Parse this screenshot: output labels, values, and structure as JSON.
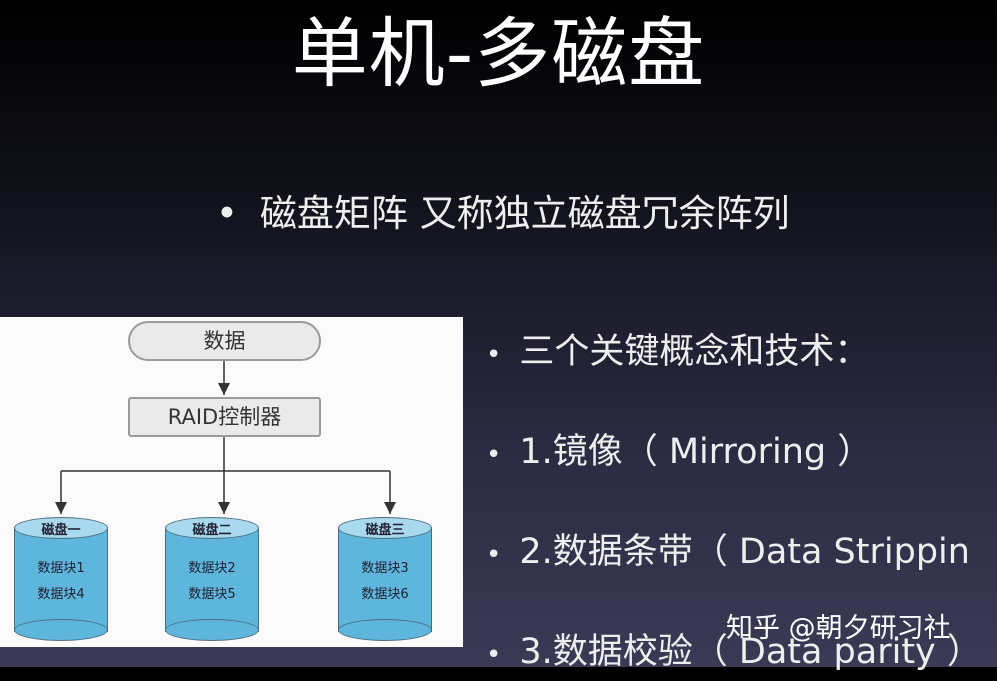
{
  "slide": {
    "title": "单机-多磁盘",
    "intro_bullet": "磁盘矩阵 又称独立磁盘冗余阵列",
    "bullets": [
      "三个关键概念和技术：",
      "1.镜像（ Mirroring ）",
      "2.数据条带（ Data Strippin",
      "3.数据校验（ Data parity ）"
    ],
    "bullet_symbol": "•"
  },
  "diagram": {
    "data_label": "数据",
    "controller_label": "RAID控制器",
    "disks": [
      {
        "name": "磁盘一",
        "blocks": [
          "数据块1",
          "数据块4"
        ]
      },
      {
        "name": "磁盘二",
        "blocks": [
          "数据块2",
          "数据块5"
        ]
      },
      {
        "name": "磁盘三",
        "blocks": [
          "数据块3",
          "数据块6"
        ]
      }
    ]
  },
  "watermark": "知乎 @朝夕研习社",
  "colors": {
    "disk_fill": "#5fb6dd",
    "disk_top": "#a9d9ee",
    "box_fill": "#eaeaea"
  }
}
